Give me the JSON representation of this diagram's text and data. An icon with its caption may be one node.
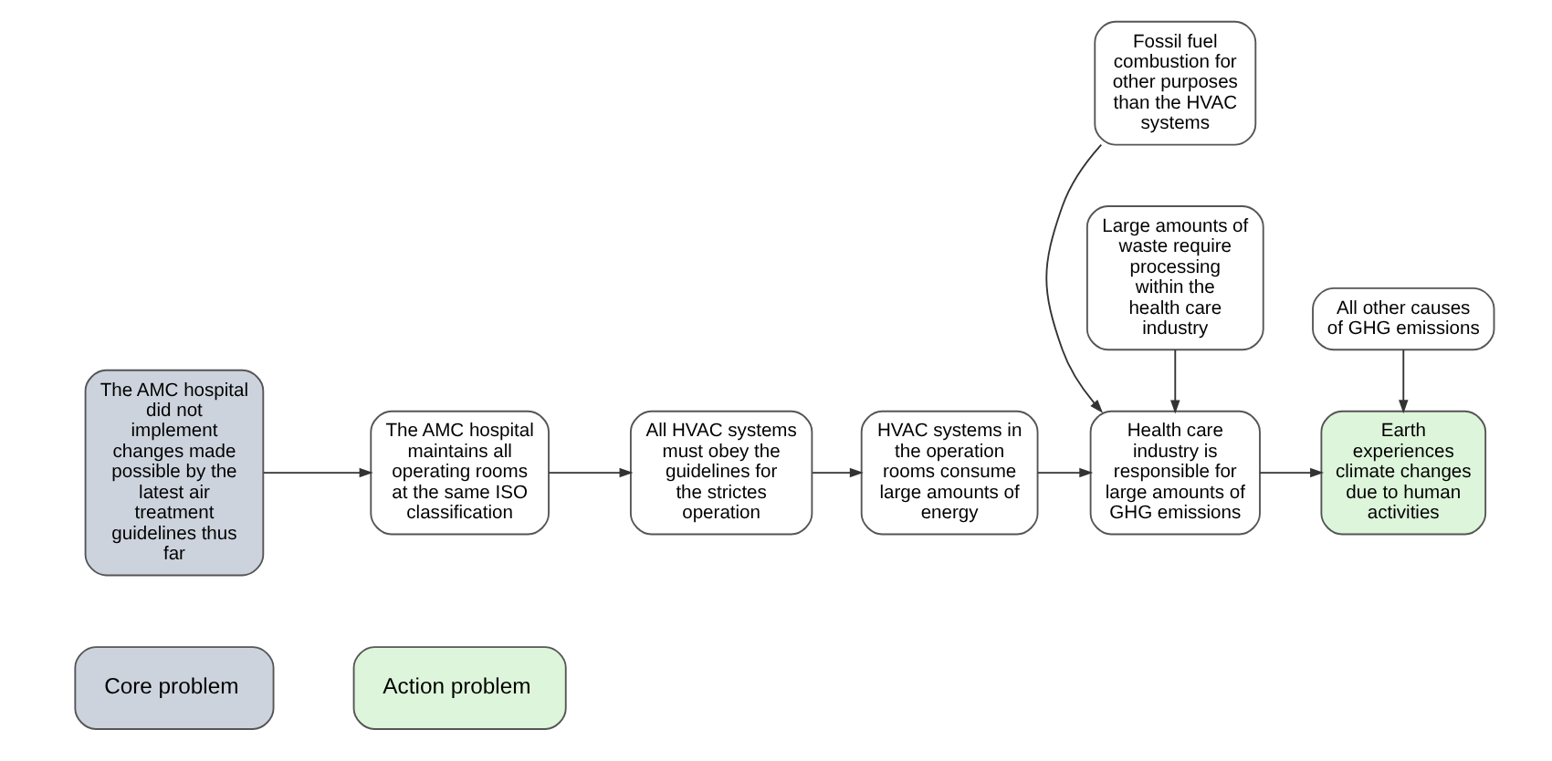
{
  "diagram": {
    "nodes": [
      {
        "text": [
          "The AMC hospital did not implement changes made possible by the latest air treatment guidelines thus far"
        ]
      },
      {
        "text": [
          "The AMC hospital maintains all operating rooms at the same ISO classification"
        ]
      },
      {
        "text": [
          "All HVAC systems must obey the guidelines for the strictes operation"
        ]
      },
      {
        "text": [
          "HVAC systems in the operation rooms consume large amounts of energy"
        ]
      },
      {
        "text": [
          "Fossil fuel combustion for other purposes than the HVAC systems"
        ]
      },
      {
        "text": [
          "Health care industry is responsible for large amounts of GHG emissions"
        ]
      },
      {
        "text": [
          "Earth experiences climate changes due to human activities"
        ]
      },
      {
        "text": [
          "Large amounts of waste require processing within the health care industry"
        ]
      },
      {
        "text": [
          "All other causes of GHG emissions"
        ]
      }
    ],
    "edges": [
      {
        "from": 0,
        "to": 1,
        "arrow": "to"
      },
      {
        "from": 1,
        "to": 2,
        "arrow": "to"
      },
      {
        "from": 2,
        "to": 3,
        "arrow": "to"
      },
      {
        "from": 3,
        "to": 5,
        "arrow": "to"
      },
      {
        "from": 4,
        "to": 5,
        "arrow": "to"
      },
      {
        "from": 7,
        "to": 5,
        "arrow": "to"
      },
      {
        "from": 5,
        "to": 6,
        "arrow": "to"
      },
      {
        "from": 8,
        "to": 6,
        "arrow": "to"
      }
    ],
    "legend": [
      {
        "text": "Core problem",
        "color": "#cdd3dd"
      },
      {
        "text": "Action problem",
        "color": "#ddf5da"
      }
    ]
  }
}
